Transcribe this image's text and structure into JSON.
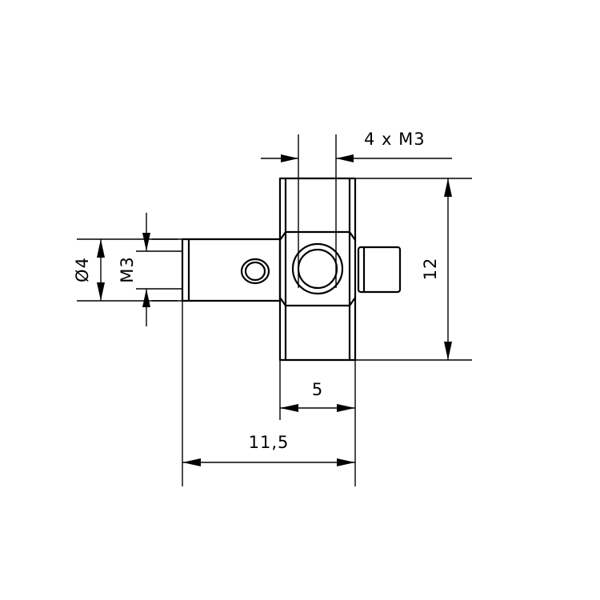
{
  "drawing": {
    "line_color": "#000000",
    "background": "#ffffff"
  },
  "dimensions": {
    "thread_callout": "4 x M3",
    "height": "12",
    "width": "5",
    "overall_length": "11,5",
    "stylus_diameter": "Ø4",
    "stylus_thread": "M3"
  }
}
